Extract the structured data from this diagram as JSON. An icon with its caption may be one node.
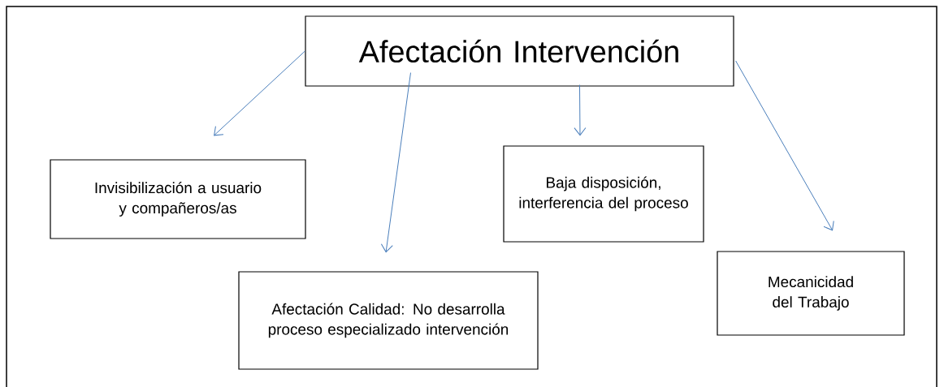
{
  "diagram": {
    "nodes": [
      {
        "text": [
          "Afectación Intervención"
        ]
      },
      {
        "text": [
          "Invisibilización a usuario y compañeros/as"
        ]
      },
      {
        "text": [
          "Afectación Calidad: No desarrolla proceso especializado intervención"
        ]
      },
      {
        "text": [
          "Baja disposición, interferencia del proceso"
        ]
      },
      {
        "text": [
          "Mecanicidad del Trabajo"
        ]
      }
    ],
    "edges": [
      {
        "from": 0,
        "to": 1,
        "arrow": "to"
      },
      {
        "from": 0,
        "to": 2,
        "arrow": "to"
      },
      {
        "from": 0,
        "to": 3,
        "arrow": "to"
      },
      {
        "from": 0,
        "to": 4,
        "arrow": "to"
      }
    ]
  }
}
